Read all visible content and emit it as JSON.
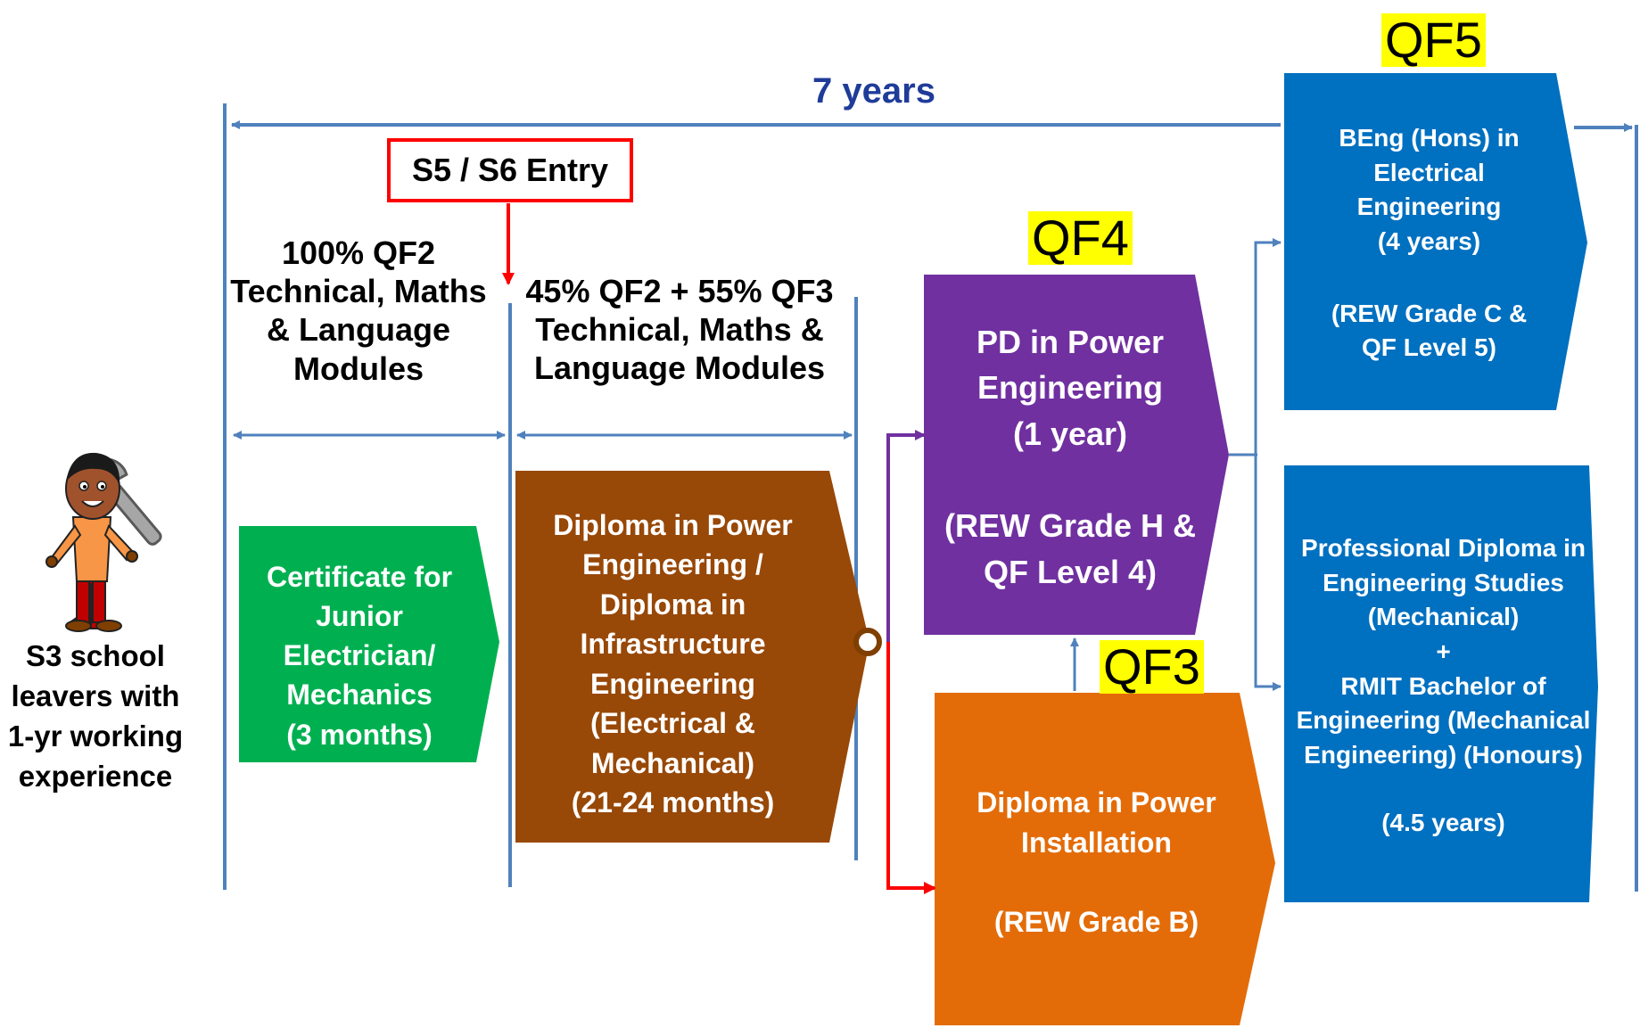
{
  "duration_label": "7 years",
  "entry_box": "S5 / S6 Entry",
  "person_caption": [
    "S3 school",
    "leavers with",
    "1-yr working",
    "experience"
  ],
  "stage1_header": [
    "100% QF2",
    "Technical, Maths",
    "& Language",
    "Modules"
  ],
  "stage2_header": [
    "45% QF2 +  55% QF3",
    "Technical, Maths &",
    "Language Modules"
  ],
  "qf_labels": {
    "qf3": "QF3",
    "qf4": "QF4",
    "qf5": "QF5"
  },
  "boxes": {
    "certificate": {
      "lines": [
        "Certificate for",
        "Junior",
        "Electrician/",
        "Mechanics",
        "(3 months)"
      ],
      "color": "#00b050"
    },
    "diploma_power": {
      "lines": [
        "Diploma in Power",
        "Engineering /",
        "Diploma in",
        "Infrastructure",
        "Engineering",
        "(Electrical &",
        "Mechanical)",
        "(21-24 months)"
      ],
      "color": "#984807"
    },
    "pd_power": {
      "lines": [
        "PD in Power",
        "Engineering",
        "(1 year)",
        "",
        "(REW Grade H &",
        "QF Level 4)"
      ],
      "color": "#7030a0"
    },
    "diploma_installation": {
      "lines": [
        "Diploma in Power",
        "Installation",
        "",
        "(REW Grade B)"
      ],
      "color": "#e36c09"
    },
    "beng": {
      "lines": [
        "BEng (Hons) in",
        "Electrical",
        "Engineering",
        "(4 years)",
        "",
        "(REW Grade C &",
        "QF Level 5)"
      ],
      "color": "#0070c0"
    },
    "prof_diploma": {
      "lines": [
        "Professional Diploma in",
        "Engineering Studies",
        "(Mechanical)",
        "+",
        "RMIT Bachelor of",
        "Engineering (Mechanical",
        "Engineering) (Honours)",
        "",
        "(4.5 years)"
      ],
      "color": "#0070c0"
    }
  },
  "colors": {
    "timeline": "#4f81bd",
    "duration_text": "#1f3c99",
    "red_arrow": "#ff0000",
    "purple_arrow": "#7030a0",
    "highlight": "#ffff00"
  }
}
